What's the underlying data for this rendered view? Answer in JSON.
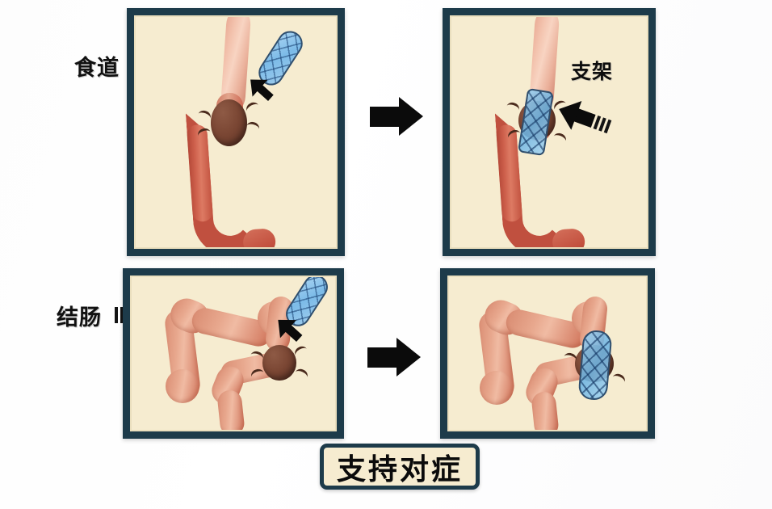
{
  "page": {
    "background_color": "#ffffff",
    "panel_border_color": "#1d3b4a",
    "panel_fill_color": "#f6ecd0",
    "tumor_color": "#7b4734",
    "stent_color": "#7cbbe8",
    "tissue_color": "#e8a88e"
  },
  "labels": {
    "esophagus": "食道",
    "colon": "结肠",
    "stent": "支架"
  },
  "panels": [
    {
      "id": "esophagus-before",
      "row": "esophagus",
      "stage": "before",
      "organ": "食道",
      "has_tumor": true,
      "has_stent_external": true,
      "has_stent_deployed": false
    },
    {
      "id": "esophagus-after",
      "row": "esophagus",
      "stage": "after",
      "organ": "食道",
      "has_tumor": true,
      "has_stent_external": false,
      "has_stent_deployed": true,
      "callout": "支架"
    },
    {
      "id": "colon-before",
      "row": "colon",
      "stage": "before",
      "organ": "结肠",
      "has_tumor": true,
      "has_stent_external": true,
      "has_stent_deployed": false
    },
    {
      "id": "colon-after",
      "row": "colon",
      "stage": "after",
      "organ": "结肠",
      "has_tumor": true,
      "has_stent_external": false,
      "has_stent_deployed": true
    }
  ],
  "flow_arrows": [
    {
      "id": "arrow-esophagus-flow",
      "direction": "right"
    },
    {
      "id": "arrow-colon-flow",
      "direction": "right"
    }
  ],
  "caption": {
    "text": "支持对症"
  },
  "icons": {
    "flow_arrow": "arrow-right-icon",
    "pointer_arrow": "arrow-diagonal-icon",
    "label_arrow": "arrow-right-icon"
  }
}
